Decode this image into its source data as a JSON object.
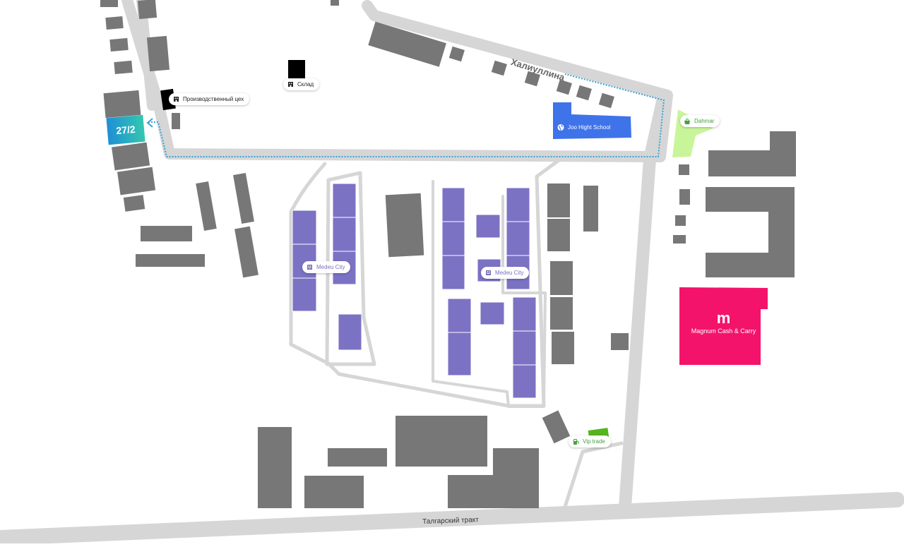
{
  "map": {
    "streets": {
      "khaliullina": "Халиуллина",
      "talgar_tract": "Талгарский тракт"
    },
    "house_number": "27/2",
    "pois": [
      {
        "id": "production",
        "label": "Производственный цех",
        "icon": "building-icon",
        "color": "#222222"
      },
      {
        "id": "warehouse",
        "label": "Склад",
        "icon": "building-icon",
        "color": "#222222"
      },
      {
        "id": "school",
        "label": "Joo Hight School",
        "icon": "globe-icon",
        "color": "#ffffff"
      },
      {
        "id": "dahmar",
        "label": "Dahmar",
        "icon": "basket-icon",
        "color": "#43a33a"
      },
      {
        "id": "medeu1",
        "label": "Medeu City",
        "icon": "building-icon",
        "color": "#7a6fc0"
      },
      {
        "id": "medeu2",
        "label": "Medeu City",
        "icon": "building-icon",
        "color": "#7a6fc0"
      },
      {
        "id": "viptrade",
        "label": "Vip trade",
        "icon": "fuel-icon",
        "color": "#43a33a"
      }
    ],
    "magnum": {
      "logo": "m",
      "name": "Magnum Cash & Carry",
      "color": "#f4136b"
    },
    "colors": {
      "road": "#d6d6d6",
      "building": "#777777",
      "medeu_building": "#7b72c4",
      "school": "#3f73ea",
      "dahmar_area": "#c9f59a",
      "vip_trade": "#55b51e",
      "route": "#3aa0d8"
    }
  }
}
